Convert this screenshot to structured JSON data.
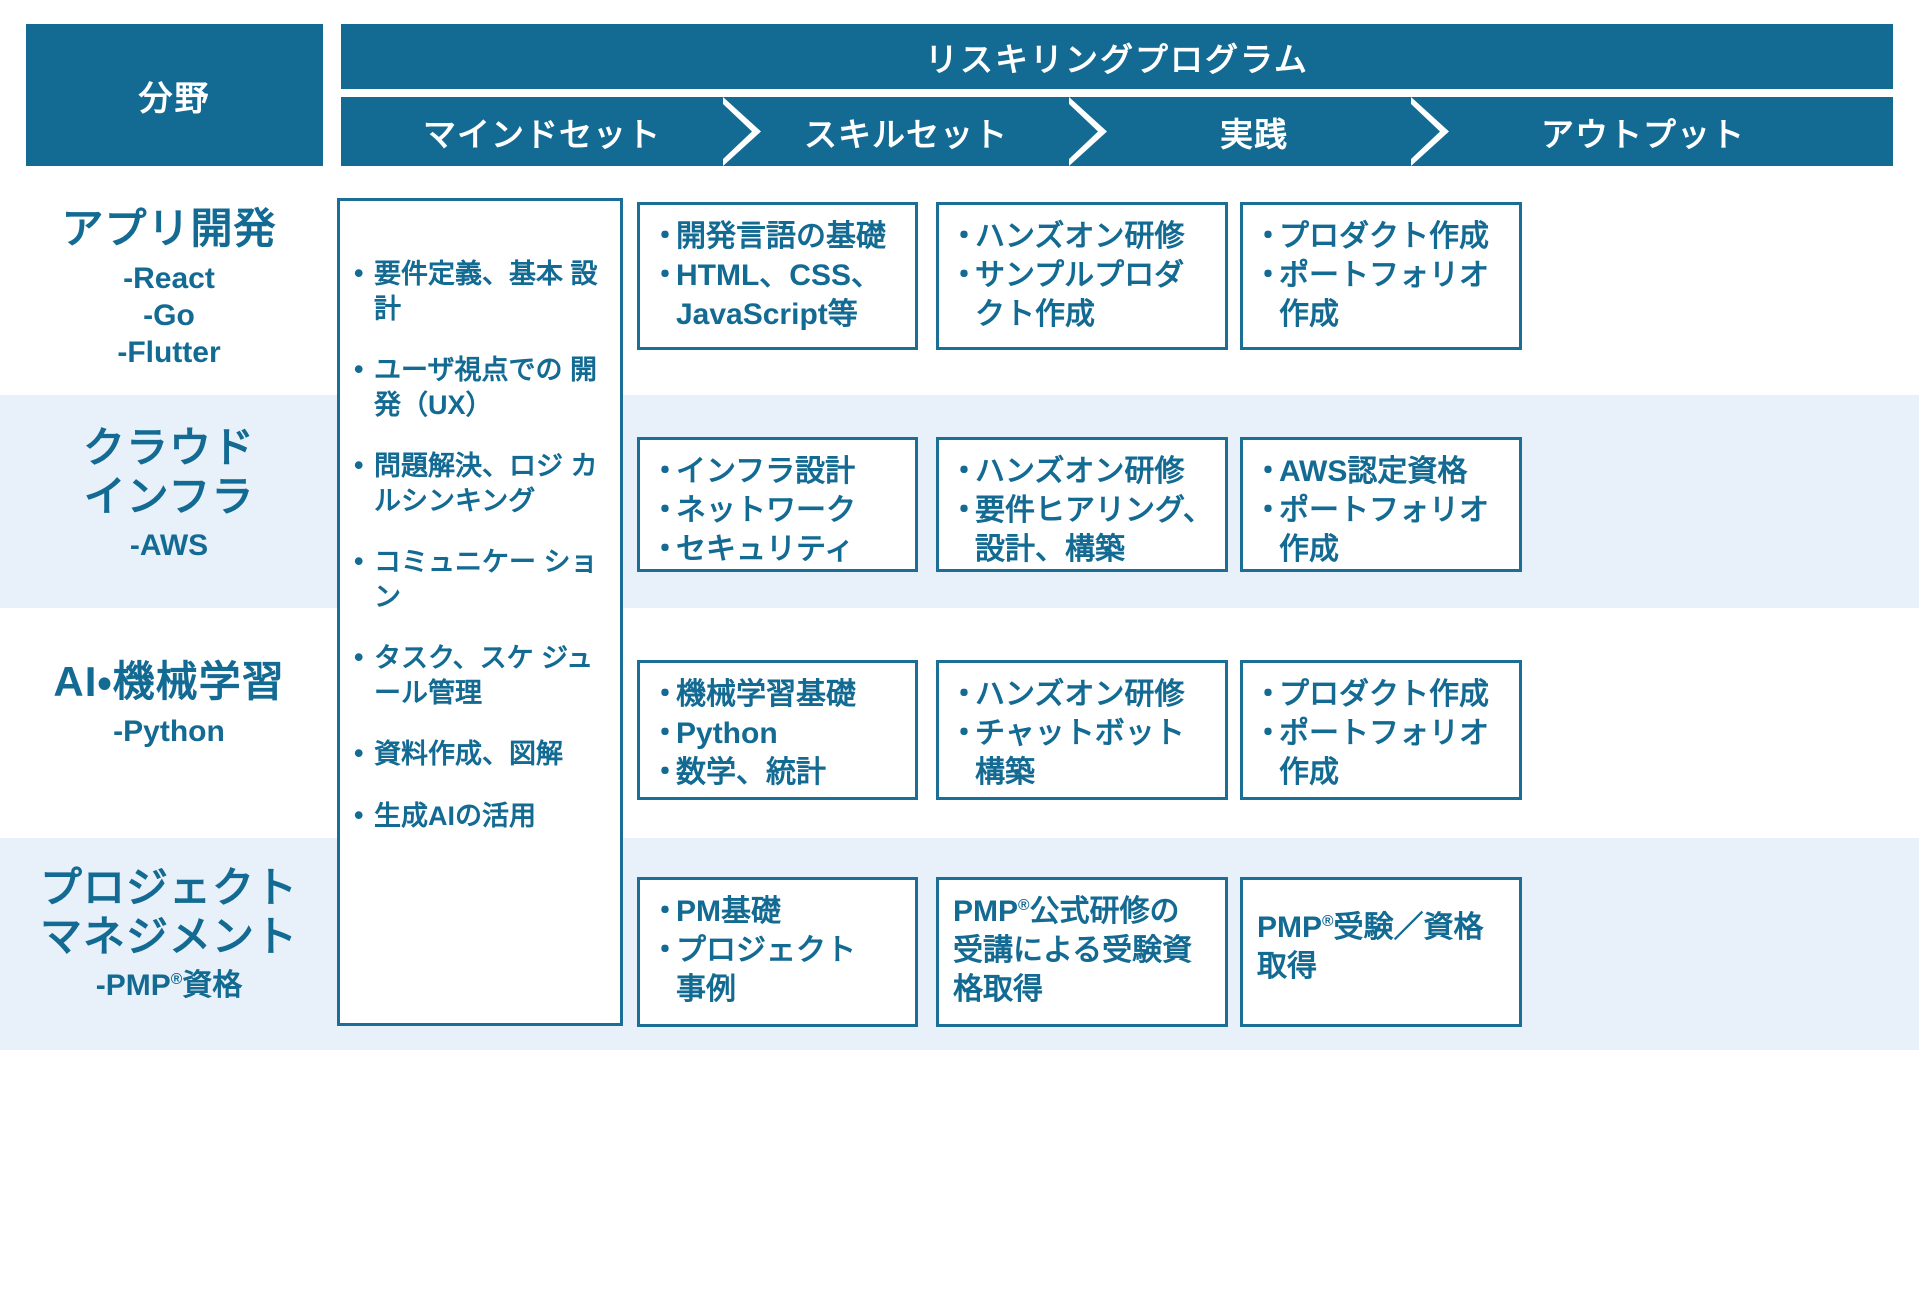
{
  "header": {
    "field_label": "分野",
    "program_label": "リスキリングプログラム",
    "stages": [
      {
        "label": "マインドセット"
      },
      {
        "label": "スキルセット"
      },
      {
        "label": "実践"
      },
      {
        "label": "アウトプット"
      }
    ]
  },
  "colors": {
    "brand": "#136a92",
    "border": "#1b6f96",
    "alt_row": "#e8f1f9",
    "text_on_brand": "#ffffff"
  },
  "mindset": {
    "bullets": [
      "要件定義、基本\n設計",
      "ユーザ視点での\n開発（UX）",
      "問題解決、ロジ\nカルシンキング",
      "コミュニケー\nション",
      "タスク、スケ\nジュール管理",
      "資料作成、図解",
      "生成AIの活用"
    ]
  },
  "rows": [
    {
      "title": "アプリ開発",
      "subs": [
        "-React",
        "-Go",
        "-Flutter"
      ],
      "skillset": [
        "開発言語の基礎",
        "HTML、CSS、",
        "JavaScript等"
      ],
      "practice": [
        "ハンズオン研修",
        "サンプルプロダ",
        "クト作成"
      ],
      "output": [
        "プロダクト作成",
        "ポートフォリオ",
        "作成"
      ]
    },
    {
      "title": "クラウド\nインフラ",
      "subs": [
        "-AWS"
      ],
      "skillset": [
        "インフラ設計",
        "ネットワーク",
        "セキュリティ"
      ],
      "practice": [
        "ハンズオン研修",
        "要件ヒアリング、",
        "設計、構築"
      ],
      "output": [
        "AWS認定資格",
        "ポートフォリオ",
        "作成"
      ]
    },
    {
      "title": "AI・機械学習",
      "subs": [
        "-Python"
      ],
      "skillset": [
        "機械学習基礎",
        "Python",
        "数学、統計"
      ],
      "practice": [
        "ハンズオン研修",
        "チャットボット",
        "構築"
      ],
      "output": [
        "プロダクト作成",
        "ポートフォリオ",
        "作成"
      ]
    },
    {
      "title": "プロジェクト\nマネジメント",
      "subs": [
        "-PMP®資格"
      ],
      "skillset": [
        "PM基礎",
        "プロジェクト",
        "事例"
      ],
      "practice": [
        "PMP®公式研修の",
        "受講による受験資",
        "格取得"
      ],
      "output": [
        "PMP®受験／資格",
        "取得"
      ]
    }
  ]
}
